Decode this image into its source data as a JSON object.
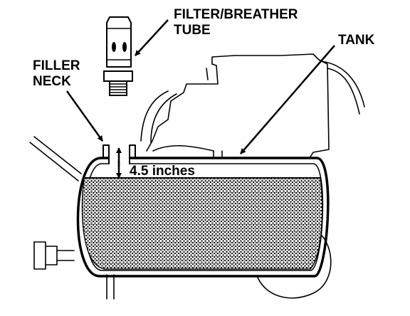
{
  "labels": {
    "filter_breather_line1": "FILTER/BREATHER",
    "filter_breather_line2": "TUBE",
    "tank": "TANK",
    "filler_neck_line1": "FILLER",
    "filler_neck_line2": "NECK",
    "measurement": "4.5 inches"
  },
  "colors": {
    "ink": "#000000",
    "background": "#ffffff"
  }
}
